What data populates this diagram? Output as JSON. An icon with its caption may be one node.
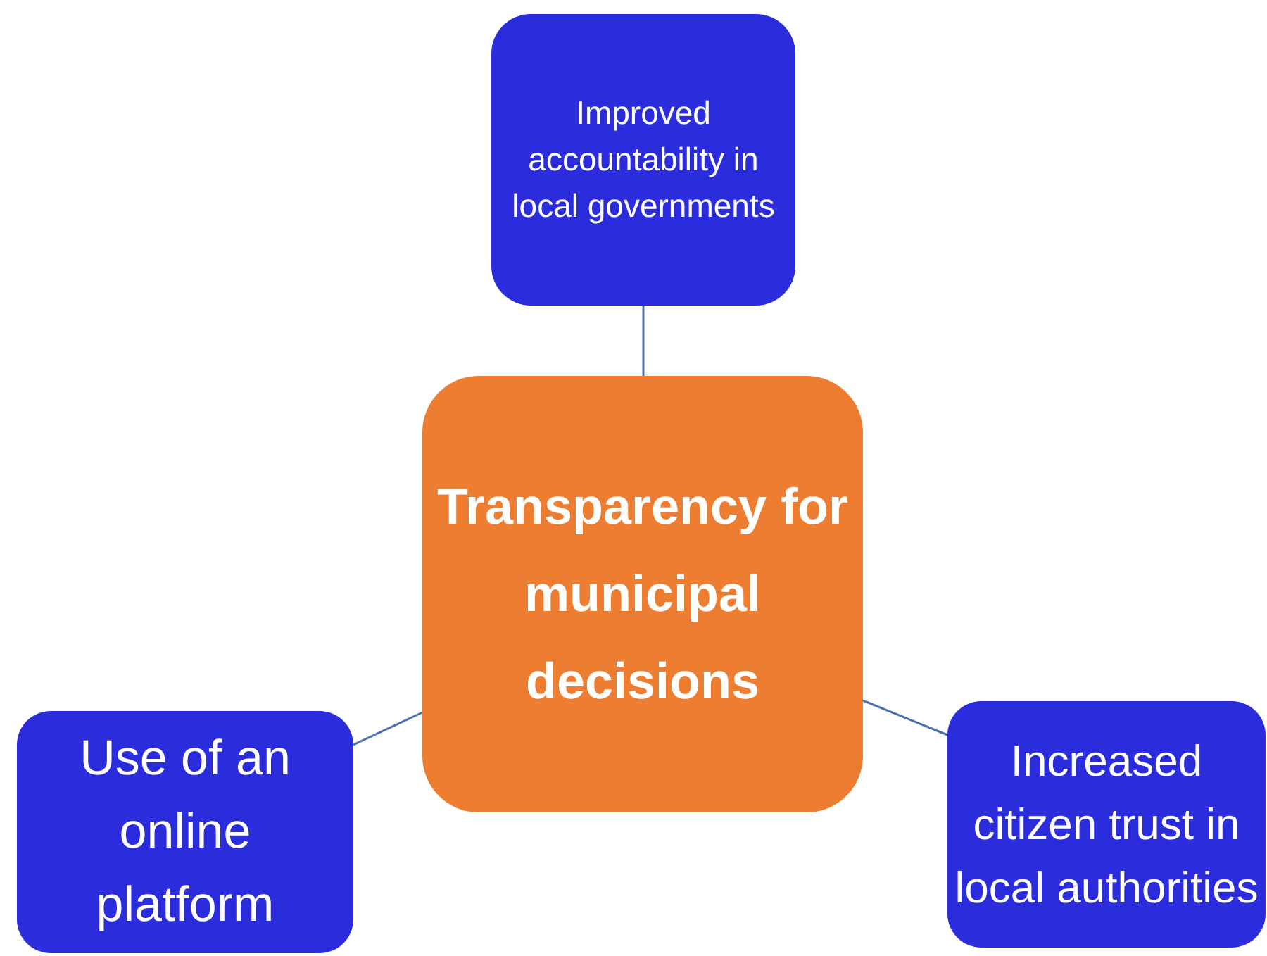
{
  "diagram": {
    "nodes": [
      {
        "text": [
          "Improved accountability in local governments"
        ]
      },
      {
        "text": [
          "Transparency for municipal decisions"
        ]
      },
      {
        "text": [
          "Use of an online platform"
        ]
      },
      {
        "text": [
          "Increased citizen trust in local authorities"
        ]
      }
    ],
    "edges": [
      {
        "from": 1,
        "to": 0,
        "arrow": "none"
      },
      {
        "from": 1,
        "to": 2,
        "arrow": "none"
      },
      {
        "from": 1,
        "to": 3,
        "arrow": "none"
      }
    ]
  }
}
